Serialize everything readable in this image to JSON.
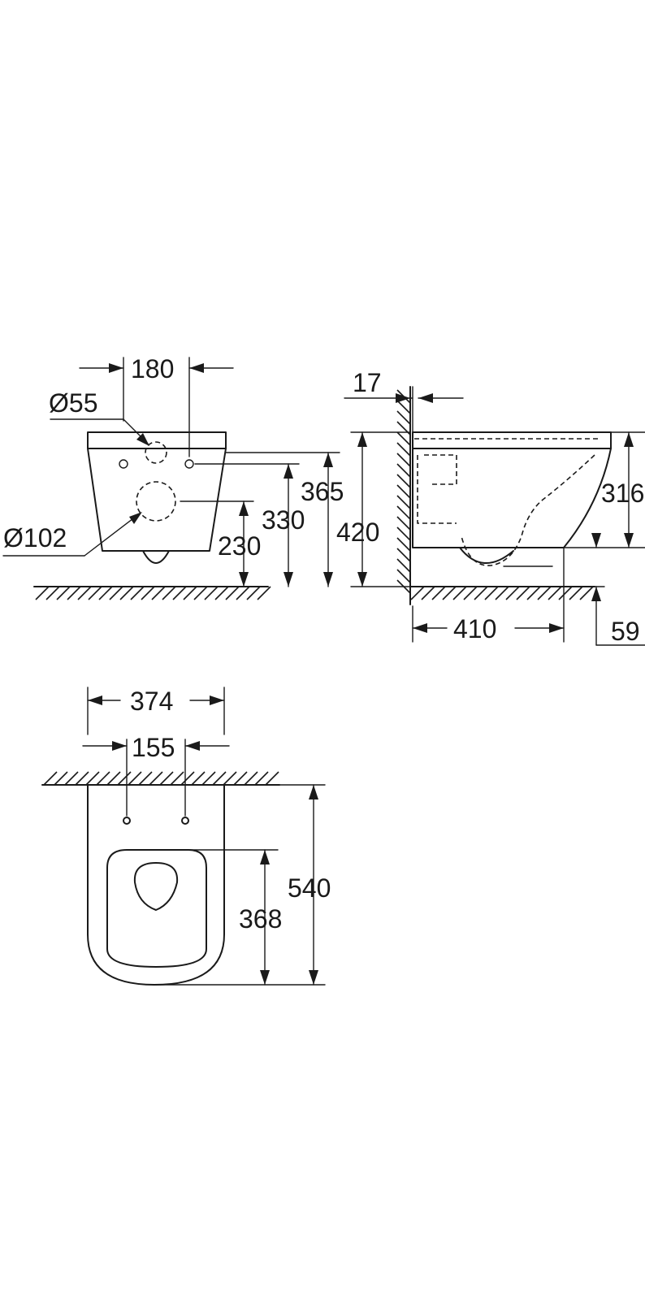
{
  "dimensions": {
    "front": {
      "fixing_spacing": "180",
      "inlet_diameter": "Ø55",
      "outlet_diameter": "Ø102",
      "outlet_height": "230",
      "fixing_height": "330",
      "rim_height_front": "365"
    },
    "side": {
      "wall_offset": "17",
      "rim_height": "420",
      "bowl_depth": "316",
      "projection": "410",
      "base_height": "59"
    },
    "top": {
      "overall_width": "374",
      "fixing_spacing": "155",
      "overall_length": "540",
      "seat_length": "368"
    }
  },
  "colors": {
    "line": "#1a1a1a",
    "background": "#ffffff"
  }
}
